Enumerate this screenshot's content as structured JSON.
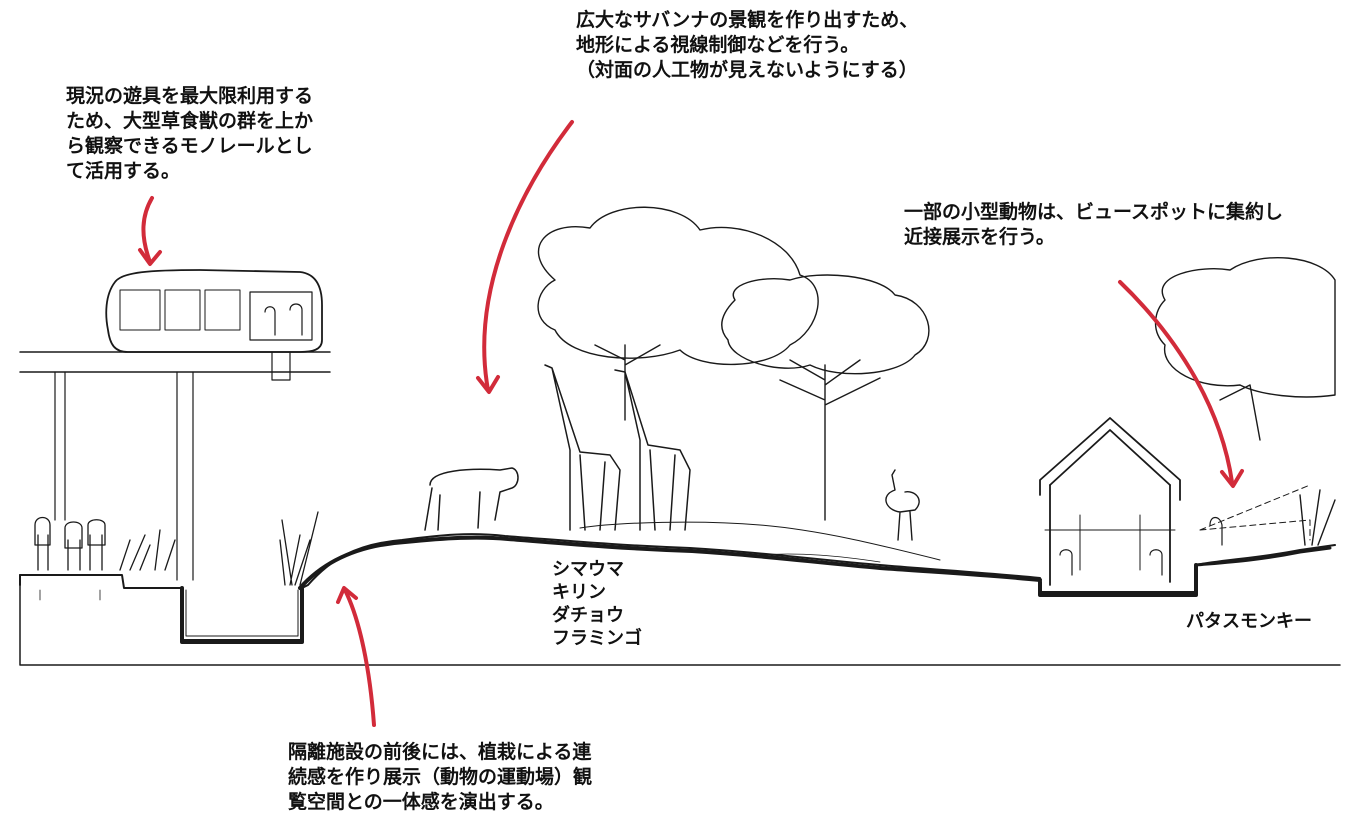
{
  "annotations": {
    "monorail": "現況の遊具を最大限利用する\nため、大型草食獣の群を上か\nら観察できるモノレールとし\nて活用する。",
    "savanna": "広大なサバンナの景観を作り出すため、\n地形による視線制御などを行う。\n（対面の人工物が見えないようにする）",
    "small_animals": "一部の小型動物は、ビュースポットに集約し\n近接展示を行う。",
    "isolation": "隔離施設の前後には、植栽による連\n続感を作り展示（動物の運動場）観\n覧空間との一体感を演出する。"
  },
  "labels": {
    "savanna_animals": "シマウマ\nキリン\nダチョウ\nフラミンゴ",
    "monkey": "パタスモンキー"
  },
  "colors": {
    "arrow": "#d22b3a",
    "ink": "#1a1a1a"
  }
}
